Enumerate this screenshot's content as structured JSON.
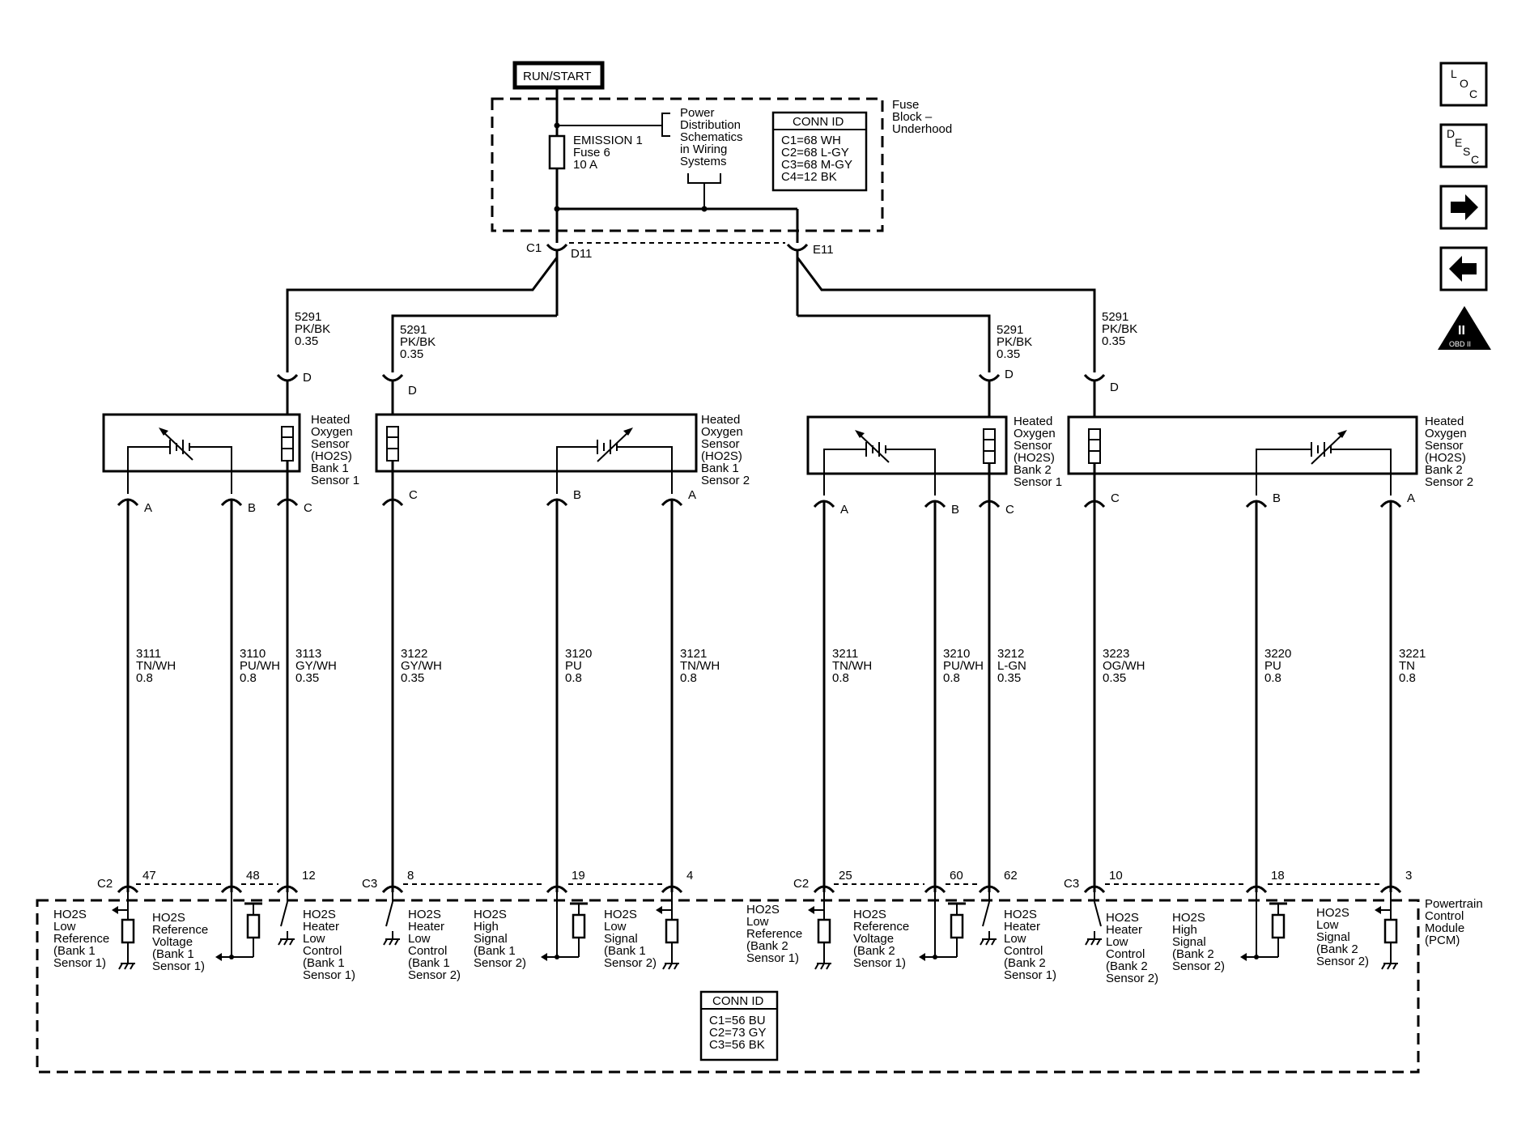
{
  "run_start": "RUN/START",
  "fuse_block": {
    "label": [
      "Fuse",
      "Block –",
      "Underhood"
    ],
    "fuse": [
      "EMISSION 1",
      "Fuse 6",
      "10 A"
    ],
    "power_dist": [
      "Power",
      "Distribution",
      "Schematics",
      "in Wiring",
      "Systems"
    ],
    "conn_id": {
      "title": "CONN ID",
      "rows": [
        "C1=68 WH",
        "C2=68 L-GY",
        "C3=68 M-GY",
        "C4=12 BK"
      ]
    },
    "c1": "C1",
    "d11": "D11",
    "e11": "E11"
  },
  "feed_wire": [
    "5291",
    "PK/BK",
    "0.35"
  ],
  "pin_d": "D",
  "sensors": [
    {
      "label": [
        "Heated",
        "Oxygen",
        "Sensor",
        "(HO2S)",
        "Bank 1",
        "Sensor 1"
      ]
    },
    {
      "label": [
        "Heated",
        "Oxygen",
        "Sensor",
        "(HO2S)",
        "Bank 1",
        "Sensor 2"
      ]
    },
    {
      "label": [
        "Heated",
        "Oxygen",
        "Sensor",
        "(HO2S)",
        "Bank 2",
        "Sensor 1"
      ]
    },
    {
      "label": [
        "Heated",
        "Oxygen",
        "Sensor",
        "(HO2S)",
        "Bank 2",
        "Sensor 2"
      ]
    }
  ],
  "circuits": [
    {
      "pin": "A",
      "wire": [
        "3111",
        "TN/WH",
        "0.8"
      ],
      "pcm_pin": "47",
      "conn": "C2",
      "func": [
        "HO2S",
        "Low",
        "Reference",
        "(Bank 1",
        "Sensor 1)"
      ]
    },
    {
      "pin": "B",
      "wire": [
        "3110",
        "PU/WH",
        "0.8"
      ],
      "pcm_pin": "48",
      "conn": "",
      "func": [
        "HO2S",
        "Reference",
        "Voltage",
        "(Bank 1",
        "Sensor 1)"
      ]
    },
    {
      "pin": "C",
      "wire": [
        "3113",
        "GY/WH",
        "0.35"
      ],
      "pcm_pin": "12",
      "conn": "",
      "func": [
        "HO2S",
        "Heater",
        "Low",
        "Control",
        "(Bank 1",
        "Sensor 1)"
      ]
    },
    {
      "pin": "C",
      "wire": [
        "3122",
        "GY/WH",
        "0.35"
      ],
      "pcm_pin": "8",
      "conn": "C3",
      "func": [
        "HO2S",
        "Heater",
        "Low",
        "Control",
        "(Bank 1",
        "Sensor 2)"
      ]
    },
    {
      "pin": "B",
      "wire": [
        "3120",
        "PU",
        "0.8"
      ],
      "pcm_pin": "19",
      "conn": "",
      "func": [
        "HO2S",
        "High",
        "Signal",
        "(Bank 1",
        "Sensor 2)"
      ]
    },
    {
      "pin": "A",
      "wire": [
        "3121",
        "TN/WH",
        "0.8"
      ],
      "pcm_pin": "4",
      "conn": "",
      "func": [
        "HO2S",
        "Low",
        "Signal",
        "(Bank 1",
        "Sensor 2)"
      ]
    },
    {
      "pin": "A",
      "wire": [
        "3211",
        "TN/WH",
        "0.8"
      ],
      "pcm_pin": "25",
      "conn": "C2",
      "func": [
        "HO2S",
        "Low",
        "Reference",
        "(Bank 2",
        "Sensor 1)"
      ]
    },
    {
      "pin": "B",
      "wire": [
        "3210",
        "PU/WH",
        "0.8"
      ],
      "pcm_pin": "60",
      "conn": "",
      "func": [
        "HO2S",
        "Reference",
        "Voltage",
        "(Bank 2",
        "Sensor 1)"
      ]
    },
    {
      "pin": "C",
      "wire": [
        "3212",
        "L-GN",
        "0.35"
      ],
      "pcm_pin": "62",
      "conn": "",
      "func": [
        "HO2S",
        "Heater",
        "Low",
        "Control",
        "(Bank 2",
        "Sensor 1)"
      ]
    },
    {
      "pin": "C",
      "wire": [
        "3223",
        "OG/WH",
        "0.35"
      ],
      "pcm_pin": "10",
      "conn": "C3",
      "func": [
        "HO2S",
        "Heater",
        "Low",
        "Control",
        "(Bank 2",
        "Sensor 2)"
      ]
    },
    {
      "pin": "B",
      "wire": [
        "3220",
        "PU",
        "0.8"
      ],
      "pcm_pin": "18",
      "conn": "",
      "func": [
        "HO2S",
        "High",
        "Signal",
        "(Bank 2",
        "Sensor 2)"
      ]
    },
    {
      "pin": "A",
      "wire": [
        "3221",
        "TN",
        "0.8"
      ],
      "pcm_pin": "3",
      "conn": "",
      "func": [
        "HO2S",
        "Low",
        "Signal",
        "(Bank 2",
        "Sensor 2)"
      ]
    }
  ],
  "pcm": {
    "label": [
      "Powertrain",
      "Control",
      "Module",
      "(PCM)"
    ],
    "conn_id": {
      "title": "CONN ID",
      "rows": [
        "C1=56 BU",
        "C2=73 GY",
        "C3=56 BK"
      ]
    }
  },
  "nav": {
    "loc": [
      "L",
      "O",
      "C"
    ],
    "desc": [
      "D",
      "E",
      "S",
      "C"
    ],
    "obd": [
      "II",
      "OBD II"
    ]
  }
}
